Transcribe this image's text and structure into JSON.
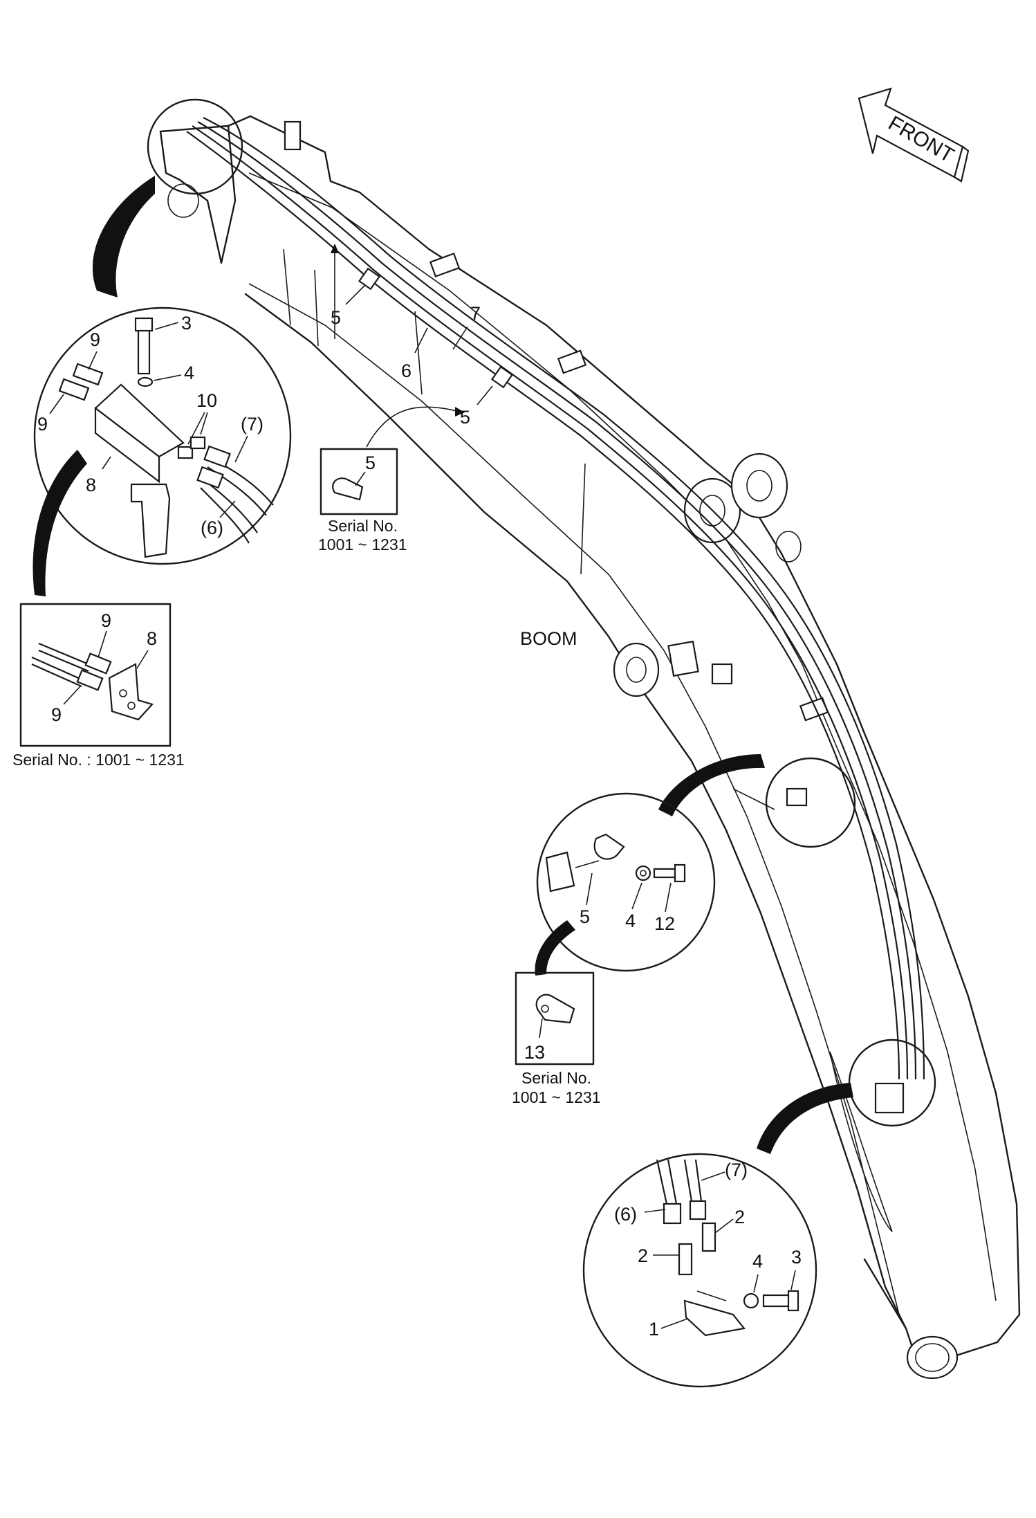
{
  "orientation": {
    "front_label": "FRONT"
  },
  "main_label": "BOOM",
  "callouts": {
    "top_detail": [
      "3",
      "4",
      "9",
      "9",
      "10",
      "(7)",
      "8",
      "(6)"
    ],
    "left_inset": [
      "9",
      "8",
      "9"
    ],
    "boom": [
      "5",
      "7",
      "6",
      "5"
    ],
    "clamp_detail": [
      "5",
      "4",
      "12"
    ],
    "clamp_inset": [
      "13"
    ],
    "bottom_detail": [
      "(7)",
      "(6)",
      "2",
      "2",
      "4",
      "3",
      "1"
    ],
    "serial_clamp_label": "5"
  },
  "serial_notes": {
    "left_inset": "Serial No. : 1001 ~ 1231",
    "clamp_box_line1": "Serial No.",
    "clamp_box_line2": "1001 ~ 1231",
    "clamp_inset_line1": "Serial No.",
    "clamp_inset_line2": "1001 ~ 1231"
  }
}
